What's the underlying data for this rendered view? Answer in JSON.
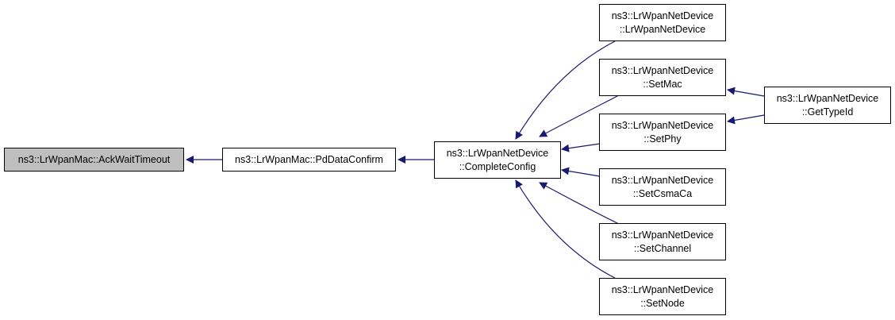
{
  "graph": {
    "type": "doxygen-caller-graph",
    "edge_color": "#191970",
    "root_fill": "#bfbfbf",
    "nodes": [
      {
        "id": "ackwait",
        "lines": [
          "ns3::LrWpanMac::AckWaitTimeout"
        ],
        "root": true
      },
      {
        "id": "pddata",
        "lines": [
          "ns3::LrWpanMac::PdDataConfirm"
        ]
      },
      {
        "id": "complete",
        "lines": [
          "ns3::LrWpanNetDevice",
          "::CompleteConfig"
        ]
      },
      {
        "id": "ctor",
        "lines": [
          "ns3::LrWpanNetDevice",
          "::LrWpanNetDevice"
        ]
      },
      {
        "id": "setmac",
        "lines": [
          "ns3::LrWpanNetDevice",
          "::SetMac"
        ]
      },
      {
        "id": "setphy",
        "lines": [
          "ns3::LrWpanNetDevice",
          "::SetPhy"
        ]
      },
      {
        "id": "setcsma",
        "lines": [
          "ns3::LrWpanNetDevice",
          "::SetCsmaCa"
        ]
      },
      {
        "id": "setchannel",
        "lines": [
          "ns3::LrWpanNetDevice",
          "::SetChannel"
        ]
      },
      {
        "id": "setnode",
        "lines": [
          "ns3::LrWpanNetDevice",
          "::SetNode"
        ]
      },
      {
        "id": "gettypeid",
        "lines": [
          "ns3::LrWpanNetDevice",
          "::GetTypeId"
        ]
      }
    ],
    "edges": [
      {
        "from": "pddata",
        "to": "ackwait"
      },
      {
        "from": "complete",
        "to": "pddata"
      },
      {
        "from": "ctor",
        "to": "complete"
      },
      {
        "from": "setmac",
        "to": "complete"
      },
      {
        "from": "setphy",
        "to": "complete"
      },
      {
        "from": "setcsma",
        "to": "complete"
      },
      {
        "from": "setchannel",
        "to": "complete"
      },
      {
        "from": "setnode",
        "to": "complete"
      },
      {
        "from": "gettypeid",
        "to": "setmac"
      },
      {
        "from": "gettypeid",
        "to": "setphy"
      }
    ]
  }
}
